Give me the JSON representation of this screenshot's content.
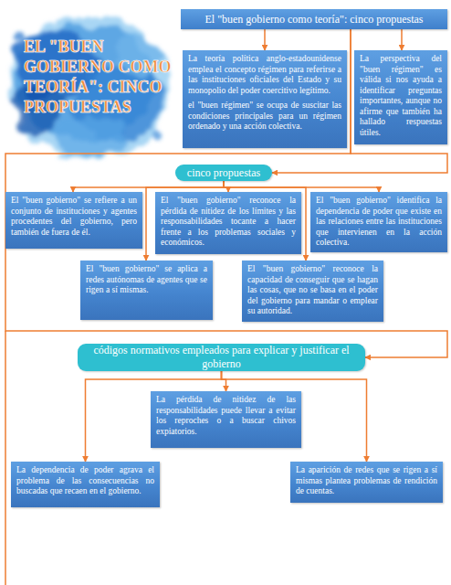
{
  "diagram": {
    "title": "EL \"BUEN GOBIERNO COMO TEORÍA\": CINCO PROPUESTAS",
    "nodes": [
      {
        "text": [
          "El \"buen gobierno como teoría\": cinco propuestas"
        ]
      },
      {
        "text": [
          "La teoría política anglo-estadounidense emplea el concepto régimen para referirse a las instituciones oficiales del Estado y su monopolio del poder coercitivo legítimo.",
          "el \"buen régimen\" se ocupa de suscitar las condiciones principales para un régimen ordenado y una acción colectiva."
        ]
      },
      {
        "text": [
          "La perspectiva del \"buen régimen\" es válida si nos ayuda a identificar preguntas importantes, aunque no afirme que también ha hallado respuestas útiles."
        ]
      },
      {
        "text": [
          "cinco propuestas"
        ]
      },
      {
        "text": [
          "El \"buen gobierno\" se refiere a un conjunto de instituciones y agentes procedentes del gobierno, pero también de fuera de él."
        ]
      },
      {
        "text": [
          "El \"buen gobierno\" reconoce la pérdida de nitidez de los límites y las responsabilidades tocante a hacer frente a los problemas sociales y económicos."
        ]
      },
      {
        "text": [
          "El \"buen gobierno\" identifica la dependencia de poder que existe en las relaciones entre las instituciones que intervienen en la acción colectiva."
        ]
      },
      {
        "text": [
          "El \"buen gobierno\" se aplica a redes autónomas de agentes que se rigen a sí mismas."
        ]
      },
      {
        "text": [
          "El \"buen gobierno\" reconoce la capacidad de conseguir que se hagan las cosas, que no se basa en el poder del gobierno para mandar o emplear su autoridad."
        ]
      },
      {
        "text": [
          "códigos normativos empleados para explicar y justificar el gobierno"
        ]
      },
      {
        "text": [
          "La pérdida de nitidez de las responsabilidades puede llevar a evitar los reproches o a buscar chivos expiatorios."
        ]
      },
      {
        "text": [
          "La dependencia de poder agrava el problema de las consecuencias no buscadas que recaen en el gobierno."
        ]
      },
      {
        "text": [
          "La aparición de redes que se rigen a sí mismas plantea problemas de rendición de cuentas."
        ]
      }
    ],
    "edges": [
      {
        "from": 0,
        "to": 1,
        "arrow": "to"
      },
      {
        "from": 0,
        "to": 2,
        "arrow": "to"
      },
      {
        "from": 0,
        "to": 3,
        "arrow": "to"
      },
      {
        "from": 0,
        "to": 9,
        "arrow": "to"
      },
      {
        "from": 3,
        "to": 4,
        "arrow": "to"
      },
      {
        "from": 3,
        "to": 5,
        "arrow": "to"
      },
      {
        "from": 3,
        "to": 6,
        "arrow": "to"
      },
      {
        "from": 3,
        "to": 7,
        "arrow": "to"
      },
      {
        "from": 3,
        "to": 8,
        "arrow": "to"
      },
      {
        "from": 9,
        "to": 10,
        "arrow": "to"
      },
      {
        "from": 9,
        "to": 11,
        "arrow": "to"
      },
      {
        "from": 9,
        "to": 12,
        "arrow": "to"
      }
    ]
  }
}
